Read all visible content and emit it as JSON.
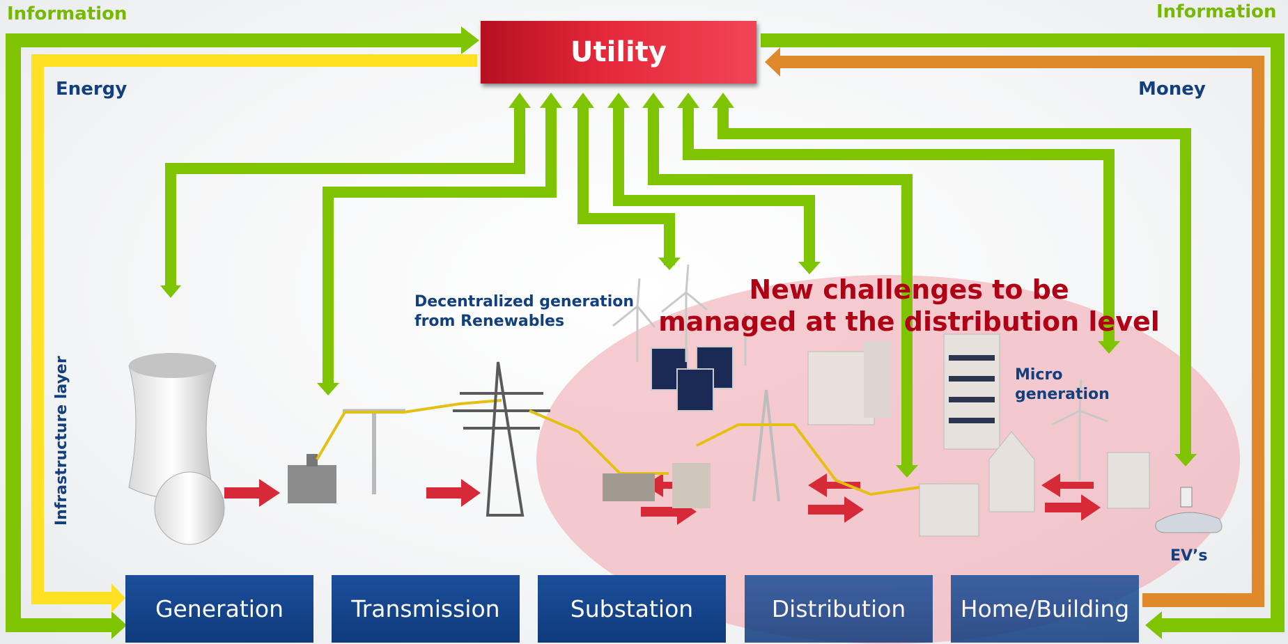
{
  "labels": {
    "information_left": "Information",
    "information_right": "Information",
    "energy": "Energy",
    "money": "Money",
    "infrastructure_layer": "Infrastructure layer",
    "utility": "Utility",
    "decentralized_line1": "Decentralized generation",
    "decentralized_line2": "from Renewables",
    "challenge_line1": "New challenges to be",
    "challenge_line2": "managed at the distribution level",
    "micro_line1": "Micro",
    "micro_line2": "generation",
    "evs": "EV’s"
  },
  "tiers": [
    "Generation",
    "Transmission",
    "Substation",
    "Distribution",
    "Home/Building"
  ],
  "colors": {
    "information": "#76b900",
    "energy": "#ffe022",
    "money": "#e0892a",
    "utility": "#e5283a",
    "tier": "#0f3a7c",
    "label": "#123f7e",
    "challenge": "#b00016",
    "distribution_zone": "#f0a3ab",
    "power_flow": "#d62a38"
  }
}
